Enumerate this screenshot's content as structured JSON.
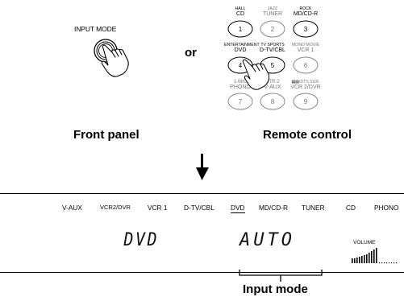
{
  "front": {
    "button_label": "INPUT MODE",
    "caption": "Front panel"
  },
  "or_text": "or",
  "remote": {
    "caption": "Remote control",
    "keys": [
      {
        "top": "HALL",
        "main": "CD",
        "num": "1",
        "gray": false
      },
      {
        "top": "JAZZ",
        "main": "TUNER",
        "num": "2",
        "gray": true
      },
      {
        "top": "ROCK",
        "main": "MD/CD-R",
        "num": "3",
        "gray": false
      },
      {
        "top": "ENTERTAINMENT",
        "main": "DVD",
        "num": "4",
        "gray": false
      },
      {
        "top": "TV SPORTS",
        "main": "D-TV/CBL",
        "num": "5",
        "gray": false
      },
      {
        "top": "MONO MOVIE",
        "main": "VCR 1",
        "num": "6",
        "gray": true
      },
      {
        "top": "1-MIC",
        "main": "PHONO",
        "num": "7",
        "gray": true
      },
      {
        "top": "STR-2",
        "main": "V-AUX",
        "num": "8",
        "gray": true
      },
      {
        "top": "/DTS SUR.",
        "main": "VCR 2/DVR",
        "num": "9",
        "gray": true
      }
    ]
  },
  "display": {
    "inputs": [
      "V-AUX",
      "VCR2/DVR",
      "VCR 1",
      "D-TV/CBL",
      "DVD",
      "MD/CD-R",
      "TUNER",
      "CD",
      "PHONO"
    ],
    "selected_input": "DVD",
    "segment_left": "DVD",
    "segment_right": "AUTO",
    "volume_label": "VOLUME"
  },
  "input_mode_label": "Input mode"
}
